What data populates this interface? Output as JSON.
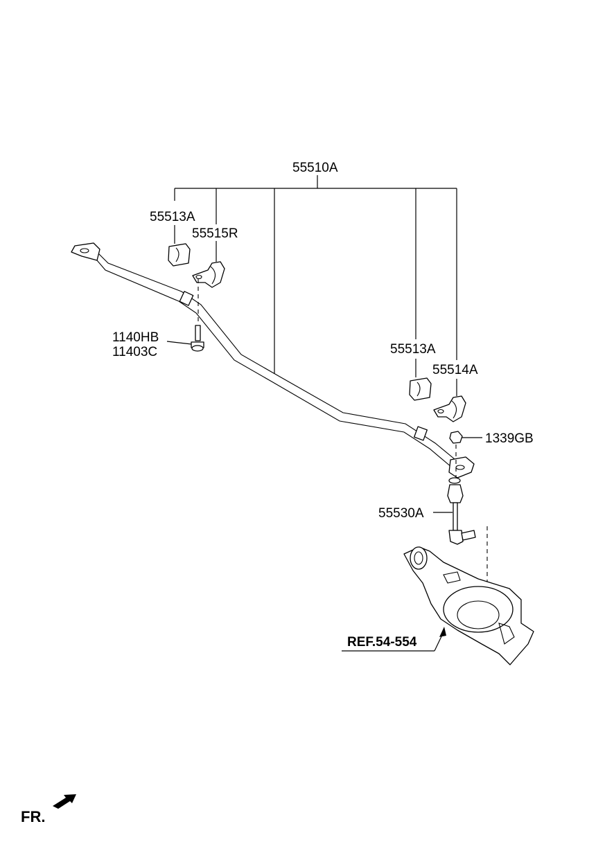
{
  "labels": {
    "assembly": "55510A",
    "bushing_left": "55513A",
    "bracket_left": "55515R",
    "bolt": "1140HB",
    "bolt_alt": "11403C",
    "bushing_right": "55513A",
    "bracket_right": "55514A",
    "nut": "1339GB",
    "link": "55530A",
    "reference": "REF.54-554"
  },
  "orientation": {
    "front_label": "FR."
  }
}
